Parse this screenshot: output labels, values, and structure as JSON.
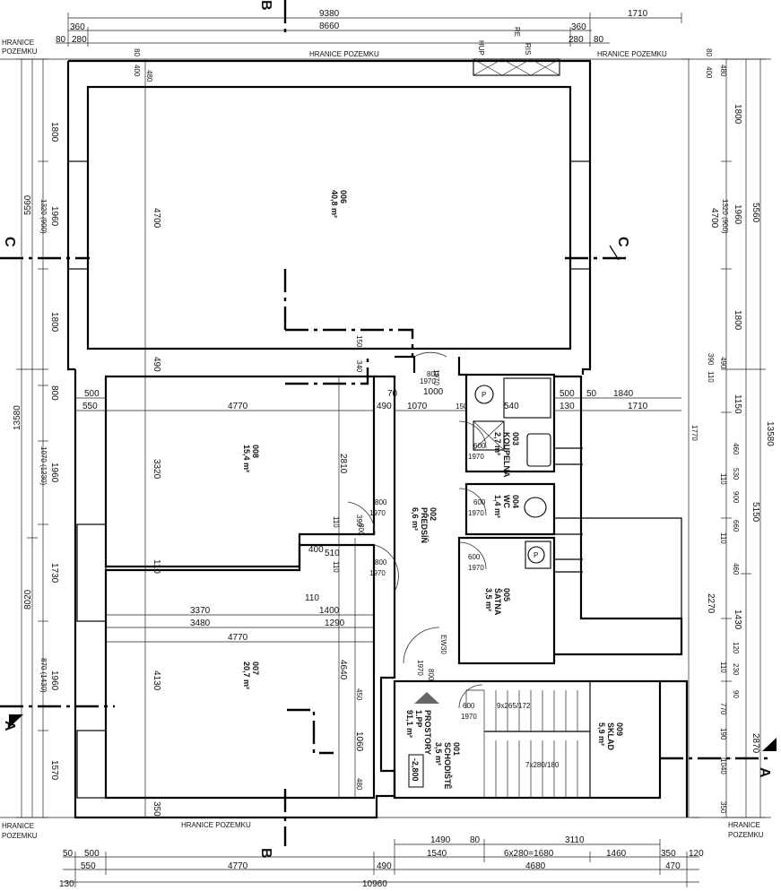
{
  "boundary": {
    "label": "HRANICE POZEMKU",
    "corner_lines": [
      "HRANICE",
      "POZEMKU"
    ]
  },
  "sections": {
    "A_left": "A",
    "A_right": "A",
    "B_top": "B",
    "B_bottom": "B",
    "C_left": "C",
    "C_right": "C"
  },
  "rooms": {
    "r006": {
      "id": "006",
      "area": "40,8 m²"
    },
    "r008": {
      "id": "008",
      "area": "15,4 m²"
    },
    "r007": {
      "id": "007",
      "area": "20,7 m²"
    },
    "r002": {
      "id": "002",
      "name": "PŘEDSÍŇ",
      "area": "6,6 m²"
    },
    "r003": {
      "id": "003",
      "name": "KOUPELNA",
      "area": "2,7 m²"
    },
    "r004": {
      "id": "004",
      "name": "WC",
      "area": "1,4 m²"
    },
    "r005": {
      "id": "005",
      "name": "ŠATNA",
      "area": "3,5 m²"
    },
    "r001": {
      "id": "001",
      "name": "SCHODIŠTĚ",
      "area": "3,5 m²"
    },
    "r009": {
      "id": "009",
      "name": "SKLAD",
      "area": "5,9 m²"
    }
  },
  "floor": {
    "title": "PROSTORY",
    "level": "1.PP",
    "area": "91,1 m²",
    "elevation": "-2,800"
  },
  "fixtures": {
    "hup": "HUP",
    "re": "RE",
    "ris": "RIS",
    "ew": "EW30",
    "p": "P"
  },
  "stairs": {
    "upper": "9x265/172",
    "lower": "7x280/180"
  },
  "dims": {
    "top1": [
      "360",
      "9380",
      "1710"
    ],
    "top2": [
      "8660",
      "360"
    ],
    "top3": [
      "80",
      "280",
      "280",
      "80"
    ],
    "bottom1": [
      "1490",
      "80",
      "3110"
    ],
    "bottom2": [
      "50",
      "500",
      "1540",
      "6x280=1680",
      "1460",
      "350",
      "120"
    ],
    "bottom3": [
      "550",
      "4770",
      "490",
      "4680",
      "470"
    ],
    "bottom4": [
      "130",
      "10960"
    ],
    "left_outer": "13580",
    "left_mid": [
      "5560",
      "8020"
    ],
    "left_inner": [
      "1800",
      "1320 (900)",
      "1960",
      "1800",
      "800",
      "1070 (1230)",
      "1960",
      "1730",
      "870 (1430)",
      "1960",
      "1570"
    ],
    "left_dims": [
      "80",
      "400",
      "480",
      "4700",
      "490",
      "3320",
      "110",
      "4130",
      "350"
    ],
    "right_outer": "13580",
    "right_mid": [
      "5560",
      "5150",
      "2870"
    ],
    "right_inner": [
      "80",
      "400",
      "480",
      "1800",
      "1320 (900)",
      "1960",
      "4700",
      "1800",
      "390",
      "490",
      "110",
      "1150",
      "1770",
      "460",
      "530",
      "110",
      "900",
      "660",
      "110",
      "460",
      "2270",
      "1430",
      "120",
      "110",
      "230",
      "90",
      "770",
      "190",
      "1040",
      "350"
    ],
    "inner_h": [
      "500",
      "550",
      "4770",
      "490",
      "1070",
      "150",
      "540",
      "500",
      "50",
      "130",
      "1840",
      "1710",
      "70",
      "1000",
      "3370",
      "1400",
      "3480",
      "1290",
      "4770",
      "110",
      "400",
      "510"
    ],
    "inner_v": [
      "2810",
      "4640",
      "450",
      "1060",
      "480",
      "150",
      "340",
      "110",
      "390",
      "110"
    ],
    "doors": [
      "800",
      "1970",
      "600",
      "1970",
      "600",
      "1970",
      "600",
      "1970",
      "800",
      "1970",
      "800",
      "1970",
      "800",
      "1970",
      "600",
      "1970",
      "800",
      "1970"
    ]
  }
}
